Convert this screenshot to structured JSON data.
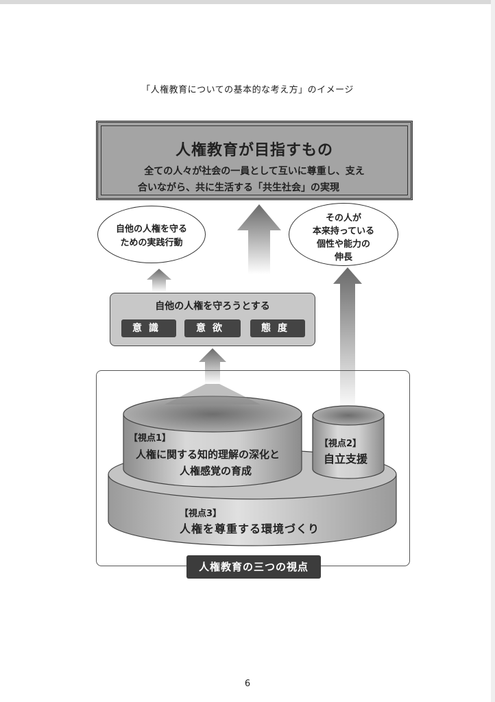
{
  "document_title": "「人権教育についての基本的な考え方」のイメージ",
  "goal": {
    "title": "人権教育が目指すもの",
    "description_line1": "全ての人々が社会の一員として互いに尊重し、支え",
    "description_line2": "合いながら、共に生活する「共生社会」の実現"
  },
  "ellipse_left": {
    "line1": "自他の人権を守る",
    "line2": "ための実践行動"
  },
  "ellipse_right": {
    "line1": "その人が",
    "line2": "本来持っている",
    "line3": "個性や能力の",
    "line4": "伸長"
  },
  "awareness": {
    "title": "自他の人権を守ろうとする",
    "chips": [
      "意識",
      "意欲",
      "態度"
    ]
  },
  "viewpoint1": {
    "tag": "【視点1】",
    "line1": "人権に関する知的理解の深化と",
    "line2": "人権感覚の育成"
  },
  "viewpoint2": {
    "tag": "【視点2】",
    "text": "自立支援"
  },
  "viewpoint3": {
    "tag": "【視点3】",
    "text": "人権を尊重する環境づくり"
  },
  "bottom_label": "人権教育の三つの視点",
  "page_number": "6",
  "colors": {
    "box_gray": "#a4a4a4",
    "dark_chip": "#444444",
    "light_box": "#c8c8c8"
  }
}
